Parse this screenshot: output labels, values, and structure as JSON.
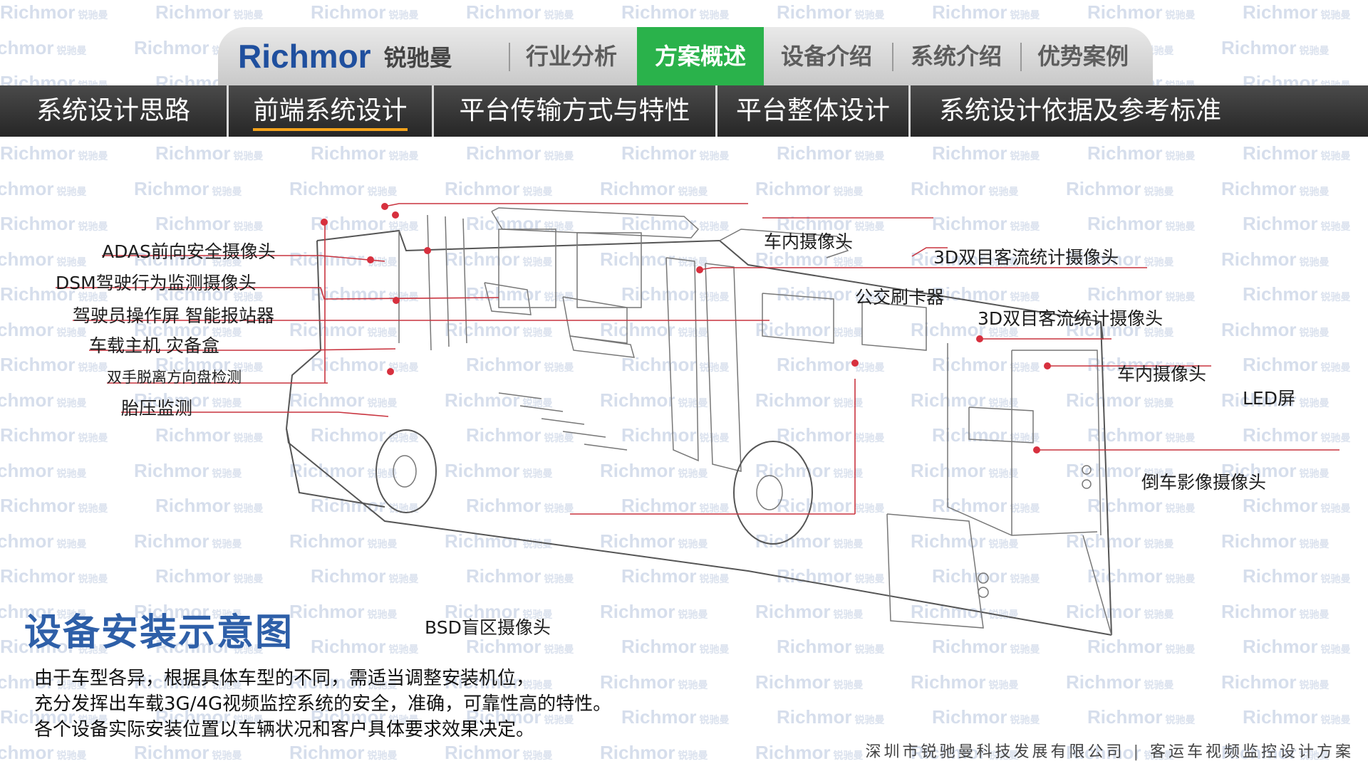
{
  "watermark": {
    "brand": "Richmor",
    "brand_cn": "锐驰曼"
  },
  "top_nav": {
    "logo_text": "Richmor",
    "logo_cn": "锐驰曼",
    "tabs": [
      {
        "label": "行业分析",
        "active": false
      },
      {
        "label": "方案概述",
        "active": true
      },
      {
        "label": "设备介绍",
        "active": false
      },
      {
        "label": "系统介绍",
        "active": false
      },
      {
        "label": "优势案例",
        "active": false
      }
    ]
  },
  "sub_nav": {
    "tabs": [
      {
        "label": "系统设计思路",
        "active": false
      },
      {
        "label": "前端系统设计",
        "active": true
      },
      {
        "label": "平台传输方式与特性",
        "active": false
      },
      {
        "label": "平台整体设计",
        "active": false
      },
      {
        "label": "系统设计依据及参考标准",
        "active": false
      }
    ]
  },
  "diagram": {
    "labels": {
      "adas": "ADAS前向安全摄像头",
      "dsm": "DSM驾驶行为监测摄像头",
      "driver_screen": "驾驶员操作屏  智能报站器",
      "host": "车载主机  灾备盒",
      "steering": "双手脱离方向盘检测",
      "tire": "胎压监测",
      "bsd": "BSD盲区摄像头",
      "cabin_cam_1": "车内摄像头",
      "counter_1": "3D双目客流统计摄像头",
      "card_reader": "公交刷卡器",
      "counter_2": "3D双目客流统计摄像头",
      "cabin_cam_2": "车内摄像头",
      "led": "LED屏",
      "reverse_cam": "倒车影像摄像头"
    }
  },
  "section": {
    "title": "设备安装示意图",
    "lines": [
      "由于车型各异，根据具体车型的不同，需适当调整安装机位，",
      "充分发挥出车载3G/4G视频监控系统的安全，准确，可靠性高的特性。",
      "各个设备实际安装位置以车辆状况和客户具体要求效果决定。"
    ]
  },
  "footer": {
    "company": "深圳市锐驰曼科技发展有限公司",
    "separator": "|",
    "solution": "客运车视频监控设计方案"
  }
}
